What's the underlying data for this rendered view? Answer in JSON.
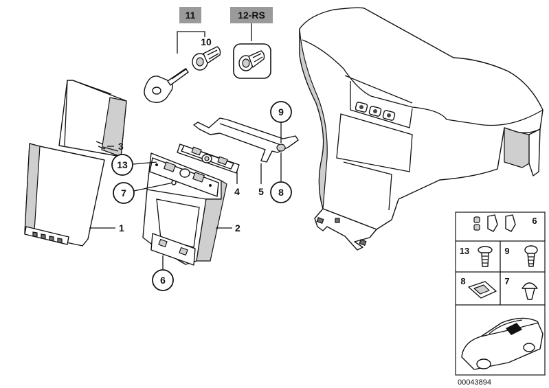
{
  "diagram": {
    "labels": {
      "p1": "1",
      "p2": "2",
      "p3": "3",
      "p4": "4",
      "p5": "5",
      "p6": "6",
      "p7": "7",
      "p8": "8",
      "p9": "9",
      "p10": "10",
      "p11": "11",
      "p12": "12-RS",
      "p13": "13"
    },
    "legend": {
      "cell_6": "6",
      "cell_13": "13",
      "cell_9": "9",
      "cell_8": "8",
      "cell_7": "7"
    },
    "part_number": "00043894"
  }
}
